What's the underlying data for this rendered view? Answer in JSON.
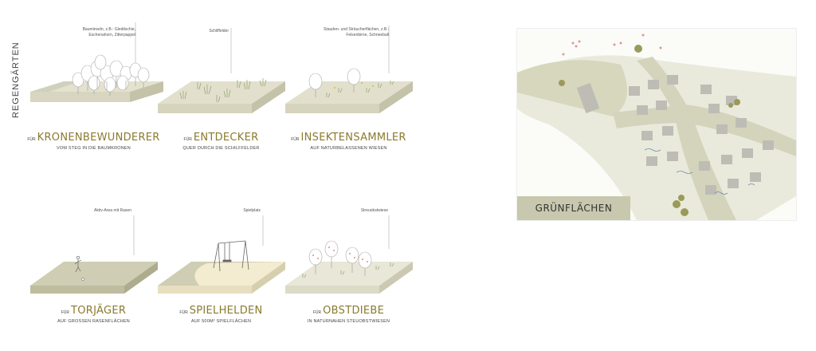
{
  "side_title": "REGENGÄRTEN",
  "panels": [
    {
      "callout": [
        "Bauminseln, z.B.: Gleditschie,",
        "Eschenahorn, Zitterpappel"
      ],
      "pre": "FÜR",
      "title": "KRONENBEWUNDERER",
      "subtitle": "VOM STEG IN DIE BAUMKRONEN"
    },
    {
      "callout": [
        "Schilffelder"
      ],
      "pre": "FÜR",
      "title": "ENTDECKER",
      "subtitle": "QUER DURCH DIE SCHILFFELDER"
    },
    {
      "callout": [
        "Stauden- und Sträucherflächen, z.B.:",
        "Felsenbirne, Schneeball"
      ],
      "pre": "FÜR",
      "title": "INSEKTENSAMMLER",
      "subtitle": "AUF NATURBELASSENEN WIESEN"
    },
    {
      "callout": [
        "Aktiv-Area mit Rasen"
      ],
      "pre": "FÜR",
      "title": "TORJÄGER",
      "subtitle": "AUF GROSSEN RASENFLÄCHEN"
    },
    {
      "callout": [
        "Spielplatz"
      ],
      "pre": "FÜR",
      "title": "SPIELHELDEN",
      "subtitle": "AUF 500M² SPIELFLÄCHEN"
    },
    {
      "callout": [
        "Streuobstwiese"
      ],
      "pre": "FÜR",
      "title": "OBSTDIEBE",
      "subtitle": "IN NATURNAHEN STEUOBSTWIESEN"
    }
  ],
  "map": {
    "label": "GRÜNFLÄCHEN"
  },
  "colors": {
    "accent": "#8a7a2e",
    "slab_top": "#e4e2cf",
    "slab_side": "#cfcdb5",
    "map_label_bg": "#c8c8ae"
  }
}
